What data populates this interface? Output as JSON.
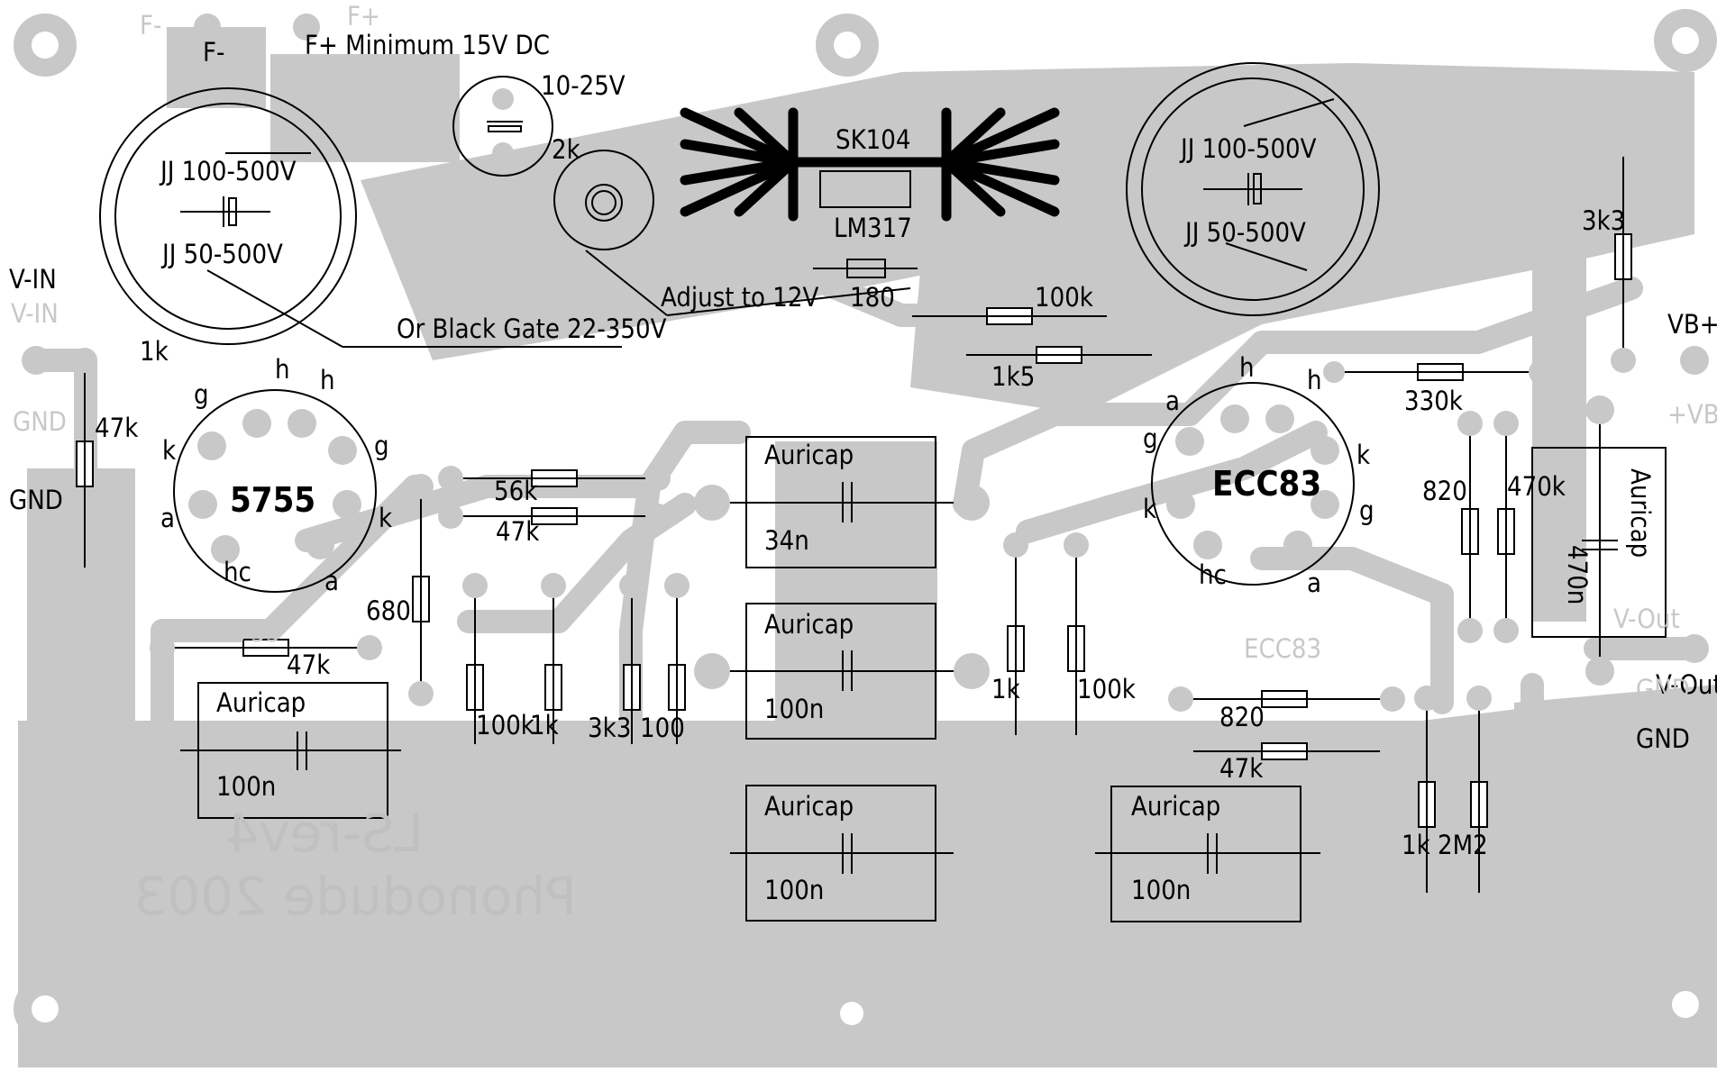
{
  "board": {
    "colors": {
      "copper": "#c8c8c8",
      "silkscreen": "#000000",
      "background": "#ffffff"
    },
    "connector_labels": {
      "f_minus": "F-",
      "f_plus_note": "F+ Minimum 15V DC",
      "f_minus_ghost": "F-",
      "f_plus_ghost": "F+",
      "v_in": "V-IN",
      "v_in_ghost": "V-IN",
      "gnd_left": "GND",
      "gnd_left_ghost": "GND",
      "vb_plus": "VB+",
      "vb_plus_ghost": "+VB",
      "v_out": "V-Out",
      "v_out_ghost": "V-Out",
      "gnd_right": "GND",
      "gnd_right_ghost": "GND"
    },
    "power_section": {
      "small_cap": "10-25V",
      "pot": "2k",
      "heatsink_part": "SK104",
      "regulator": "LM317",
      "adjust_note": "Adjust to 12V",
      "resistor_180": "180",
      "left_cap_top": "JJ 100-500V",
      "left_cap_bottom": "JJ 50-500V",
      "black_gate_note": "Or Black Gate 22-350V",
      "right_cap_top": "JJ 100-500V",
      "right_cap_bottom": "JJ 50-500V",
      "r_100k_top": "100k",
      "r_1k5": "1k5",
      "r_3k3_right": "3k3",
      "r_330k": "330k"
    },
    "tubes": {
      "left": {
        "name": "5755",
        "ghost": "5755",
        "pins": [
          "g",
          "h",
          "h",
          "k",
          "g",
          "a",
          "k",
          "hc",
          "a"
        ],
        "r_1k": "1k"
      },
      "right": {
        "name": "ECC83",
        "ghost": "ECC83",
        "pins": [
          "h",
          "h",
          "a",
          "g",
          "k",
          "k",
          "g",
          "hc",
          "a"
        ]
      }
    },
    "resistors": {
      "r47k_input": "47k",
      "r56k": "56k",
      "r47k_mid": "47k",
      "r680": "680",
      "r47k_low": "47k",
      "r100k": "100k",
      "r1k": "1k",
      "r3k3": "3k3",
      "r100": "100",
      "r1k_mid": "1k",
      "r100k_mid": "100k",
      "r820": "820",
      "r47k_right": "47k",
      "r820_right": "820",
      "r470k": "470k",
      "r1k_right": "1k",
      "r2m2": "2M2"
    },
    "capacitors": [
      {
        "brand": "Auricap",
        "value": "34n"
      },
      {
        "brand": "Auricap",
        "value": "100n"
      },
      {
        "brand": "Auricap",
        "value": "100n"
      },
      {
        "brand": "Auricap",
        "value": "100n"
      },
      {
        "brand": "Auricap",
        "value": "100n"
      },
      {
        "brand": "Auricap",
        "value": "470n"
      }
    ],
    "watermark": {
      "line1": "LS-rev4",
      "line2": "Phonodude 2003"
    }
  }
}
